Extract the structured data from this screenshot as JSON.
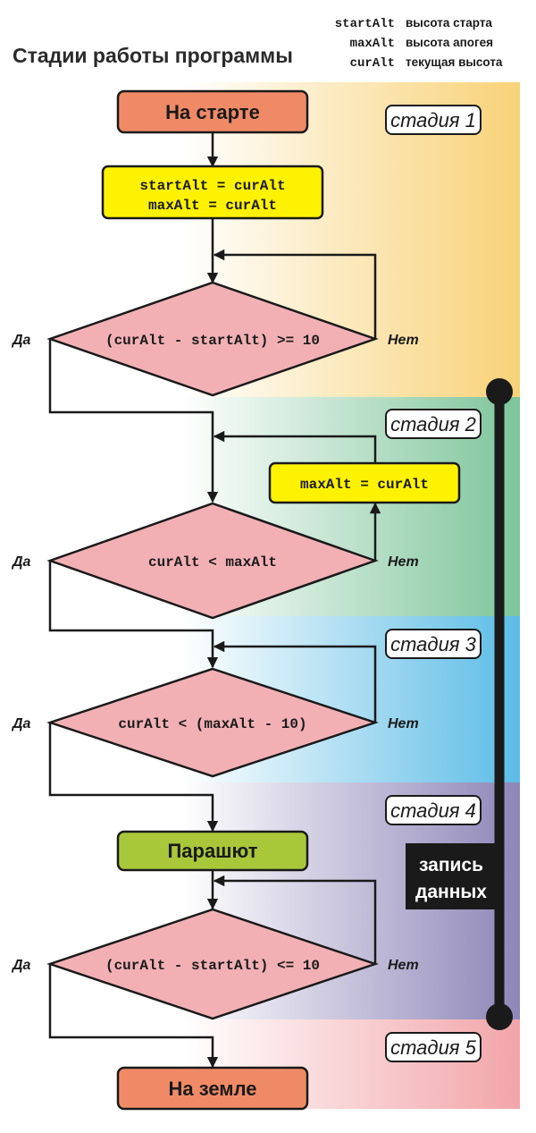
{
  "title": "Стадии работы программы",
  "legend": [
    {
      "var": "startAlt",
      "desc": "высота старта"
    },
    {
      "var": "maxAlt",
      "desc": "высота апогея"
    },
    {
      "var": "curAlt",
      "desc": "текущая высота"
    }
  ],
  "stages": [
    "стадия 1",
    "стадия 2",
    "стадия 3",
    "стадия 4",
    "стадия 5"
  ],
  "stage_colors": [
    "#f8d277",
    "#7dc59a",
    "#5bbce6",
    "#8e86b8",
    "#f2a5a9"
  ],
  "start_box": "На старте",
  "init_box": [
    "startAlt = curAlt",
    "maxAlt = curAlt"
  ],
  "cond1": "(curAlt - startAlt) >= 10",
  "update_box": "maxAlt = curAlt",
  "cond2": "curAlt < maxAlt",
  "cond3": "curAlt < (maxAlt - 10)",
  "parachute_box": "Парашют",
  "cond4": "(curAlt - startAlt) <= 10",
  "end_box": "На земле",
  "yes": "Да",
  "no": "Нет",
  "recording": [
    "запись",
    "данных"
  ],
  "colors": {
    "terminal": "#f08a66",
    "process": "#fff200",
    "decision": "#f2b0b5",
    "parachute": "#a8c83a",
    "line": "#1a1a1a"
  }
}
